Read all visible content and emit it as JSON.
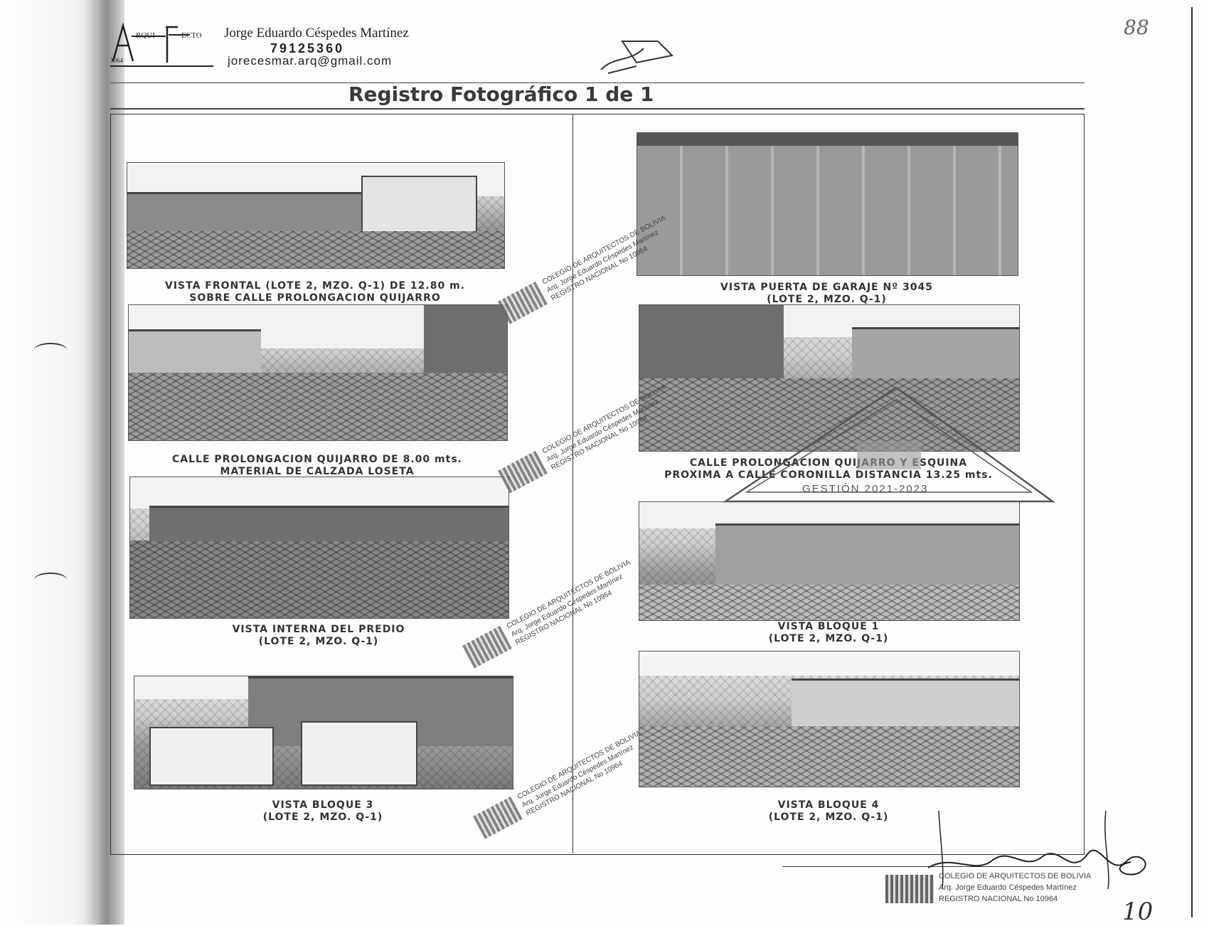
{
  "header": {
    "logo_left": "RQUI",
    "logo_right": "ECTO",
    "logo_number": "1064",
    "name": "Jorge Eduardo Céspedes Martínez",
    "phone": "79125360",
    "email": "jorecesmar.arq@gmail.com",
    "page_number": "88"
  },
  "title": "Registro Fotográfico 1 de 1",
  "photos": [
    {
      "caption_line1": "VISTA FRONTAL (LOTE 2, MZO. Q-1) DE 12.80 m.",
      "caption_line2": "SOBRE CALLE PROLONGACION QUIJARRO"
    },
    {
      "caption_line1": "VISTA PUERTA DE GARAJE Nº 3045",
      "caption_line2": "(LOTE 2, MZO. Q-1)"
    },
    {
      "caption_line1": "CALLE PROLONGACION QUIJARRO DE 8.00 mts.",
      "caption_line2": "MATERIAL DE CALZADA LOSETA"
    },
    {
      "caption_line1": "CALLE PROLONGACION QUIJARRO Y ESQUINA",
      "caption_line2": "PROXIMA A CALLE CORONILLA DISTANCIA 13.25 mts."
    },
    {
      "caption_line1": "VISTA INTERNA DEL PREDIO",
      "caption_line2": "(LOTE 2, MZO. Q-1)"
    },
    {
      "caption_line1": "VISTA BLOQUE 1",
      "caption_line2": "(LOTE 2, MZO. Q-1)"
    },
    {
      "caption_line1": "VISTA BLOQUE 3",
      "caption_line2": "(LOTE 2, MZO. Q-1)"
    },
    {
      "caption_line1": "VISTA BLOQUE 4",
      "caption_line2": "(LOTE 2, MZO. Q-1)"
    }
  ],
  "stamp": {
    "line1": "COLEGIO DE ARQUITECTOS DE BOLIVIA",
    "line2": "Arq. Jorge Eduardo Céspedes Martínez",
    "line3": "REGISTRO NACIONAL No 10964"
  },
  "triangle_stamp": {
    "text": "GESTIÓN 2021-2023"
  },
  "signature_stamp": {
    "line1": "COLEGIO DE ARQUITECTOS DE BOLIVIA",
    "line2": "Arq. Jorge Eduardo Céspedes Martínez",
    "line3": "REGISTRO NACIONAL No 10964"
  },
  "folio_number": "10"
}
